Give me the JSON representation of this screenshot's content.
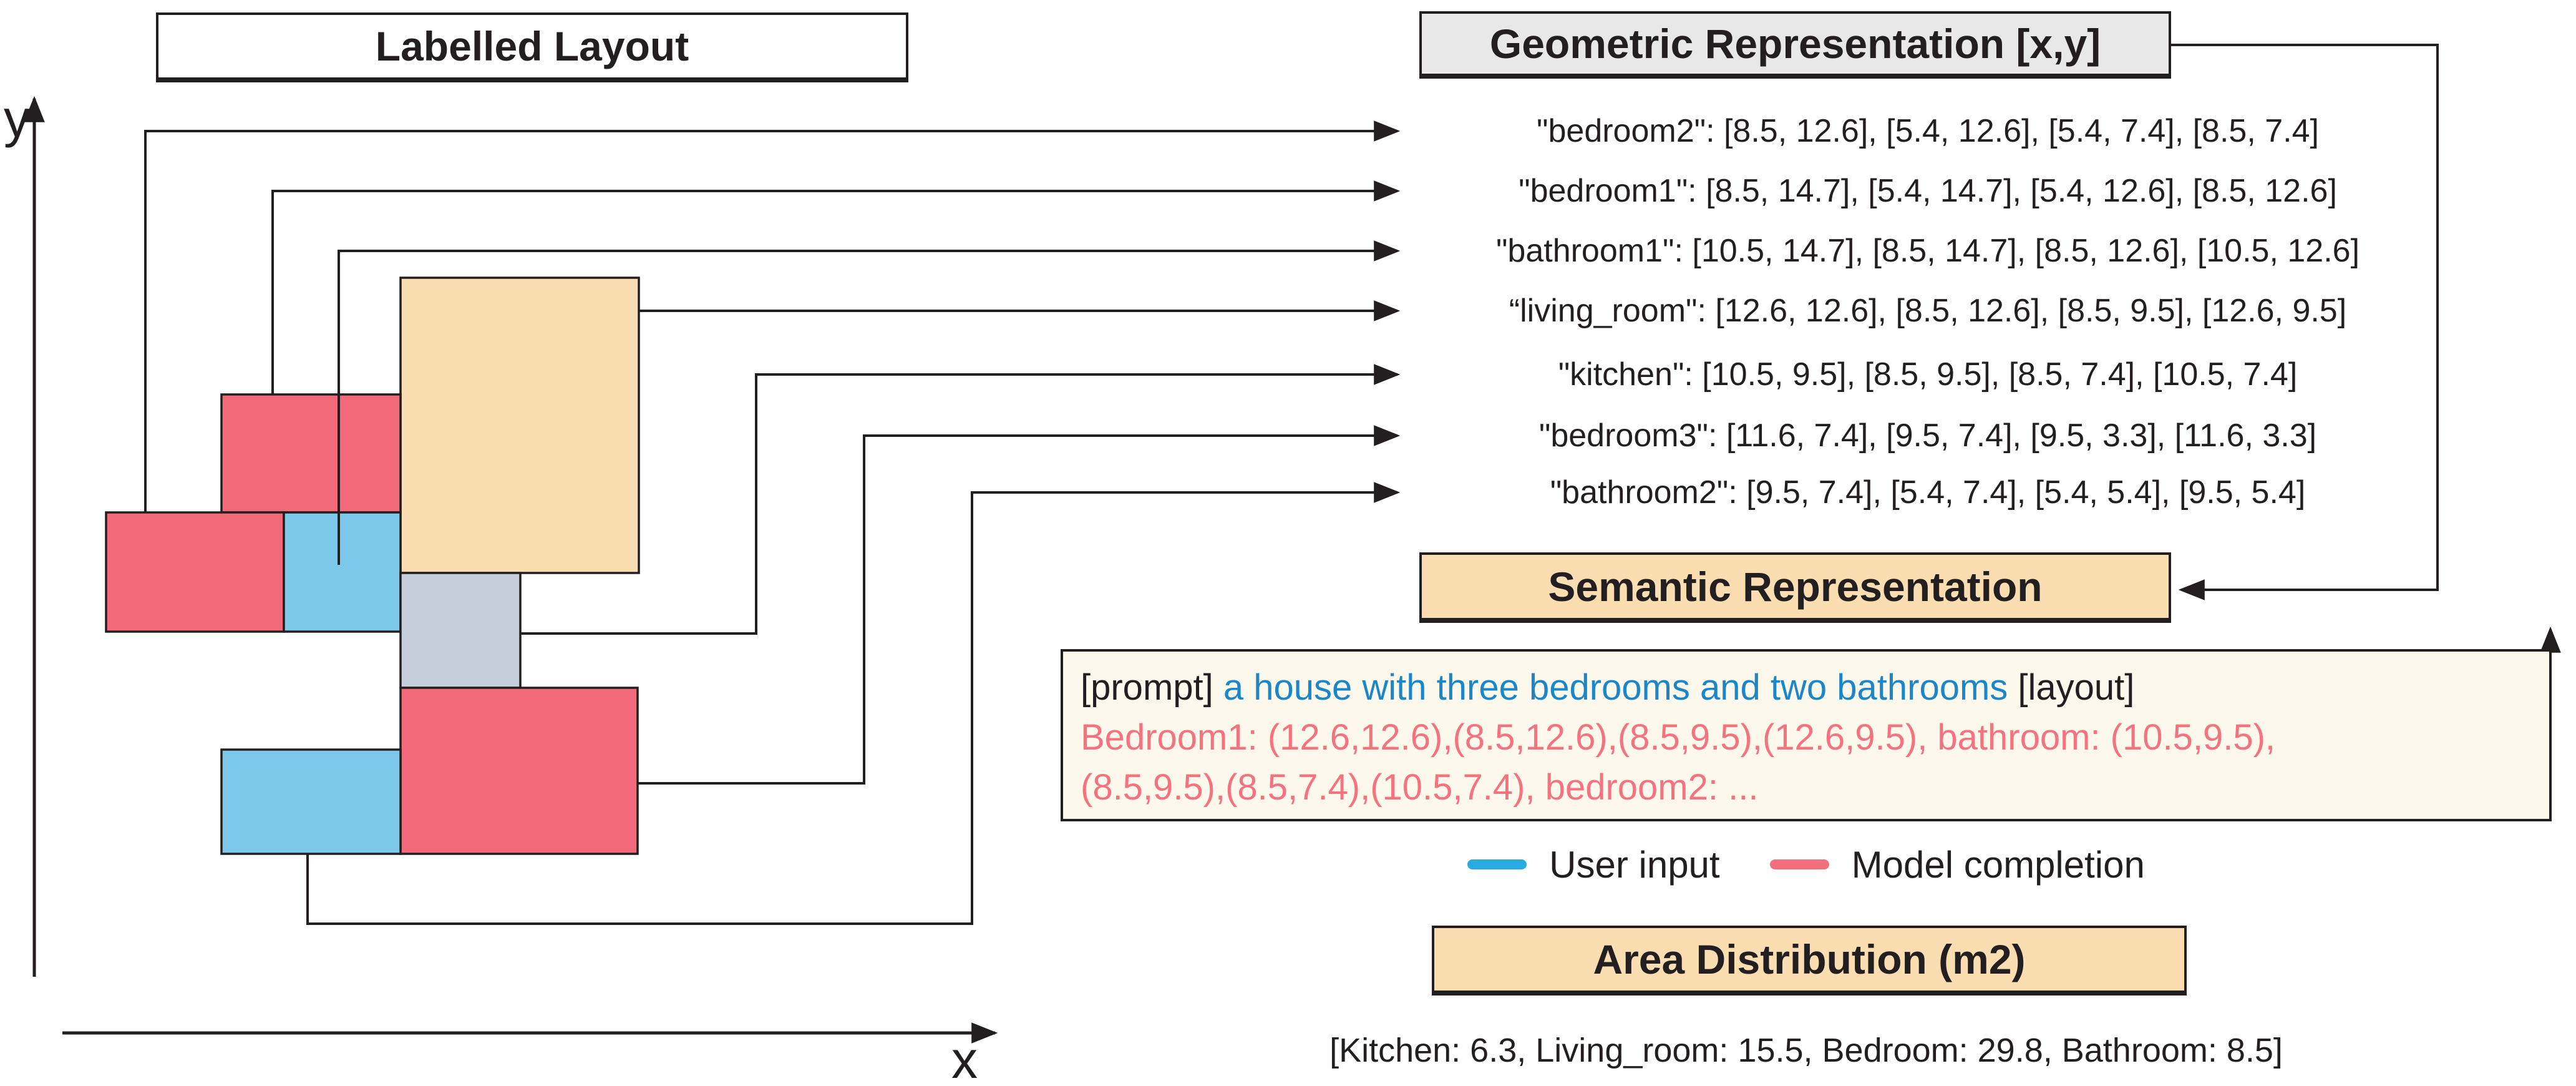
{
  "palette": {
    "ink": "#231F20",
    "room_red": "#F2697A",
    "room_blue": "#7CC8EA",
    "room_beige": "#FADEB2",
    "room_gray": "#C5CEDA",
    "box_gray": "#E8E8E9",
    "box_peach": "#FADEB2",
    "box_cream": "#FCF8EB",
    "text_blue": "#1B87C9",
    "text_red": "#F4737F",
    "legend_blue": "#29ABE2",
    "legend_red": "#F2707E"
  },
  "labelled_layout": {
    "title": "Labelled Layout",
    "x_axis_label": "x",
    "y_axis_label": "y",
    "rooms": [
      "bedroom1",
      "bedroom2",
      "bathroom1",
      "living_room",
      "kitchen",
      "bedroom3",
      "bathroom2"
    ]
  },
  "geometric": {
    "title": "Geometric Representation [x,y]",
    "rows": [
      "\"bedroom2\": [8.5, 12.6], [5.4, 12.6], [5.4, 7.4], [8.5, 7.4]",
      "\"bedroom1\": [8.5, 14.7], [5.4, 14.7], [5.4, 12.6], [8.5, 12.6]",
      "\"bathroom1\": [10.5, 14.7], [8.5, 14.7], [8.5, 12.6], [10.5, 12.6]",
      "“living_room\": [12.6, 12.6], [8.5, 12.6], [8.5, 9.5], [12.6, 9.5]",
      "\"kitchen\": [10.5, 9.5], [8.5, 9.5], [8.5, 7.4], [10.5, 7.4]",
      "\"bedroom3\": [11.6, 7.4], [9.5, 7.4], [9.5, 3.3], [11.6, 3.3]",
      "\"bathroom2\": [9.5, 7.4], [5.4, 7.4], [5.4, 5.4], [9.5, 5.4]"
    ]
  },
  "semantic": {
    "title": "Semantic Representation"
  },
  "prompt": {
    "prompt_tag": "[prompt]",
    "user_text": "a house with three bedrooms and two bathrooms",
    "layout_tag": "[layout]",
    "completion_lines": [
      "Bedroom1: (12.6,12.6),(8.5,12.6),(8.5,9.5),(12.6,9.5), bathroom: (10.5,9.5),",
      "(8.5,9.5),(8.5,7.4),(10.5,7.4), bedroom2: ..."
    ]
  },
  "legend": {
    "user_input": "User input",
    "model_completion": "Model completion"
  },
  "area": {
    "title": "Area Distribution (m2)",
    "values_text": "[Kitchen: 6.3, Living_room: 15.5, Bedroom: 29.8, Bathroom: 8.5]"
  }
}
